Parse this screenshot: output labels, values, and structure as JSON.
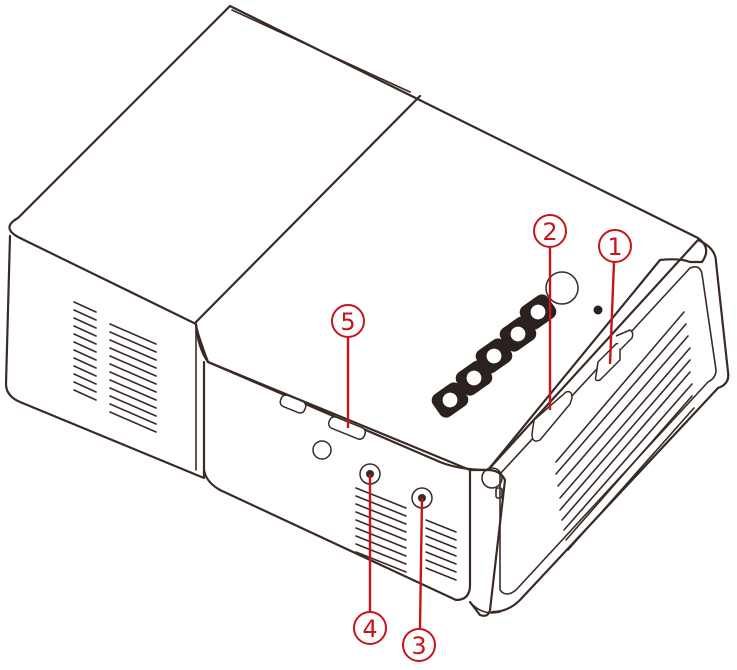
{
  "callouts": [
    {
      "id": "1",
      "label": "1"
    },
    {
      "id": "2",
      "label": "2"
    },
    {
      "id": "3",
      "label": "3"
    },
    {
      "id": "4",
      "label": "4"
    },
    {
      "id": "5",
      "label": "5"
    }
  ],
  "colors": {
    "outline": "#3a2a26",
    "callout": "#c8141b",
    "background": "#ffffff"
  }
}
